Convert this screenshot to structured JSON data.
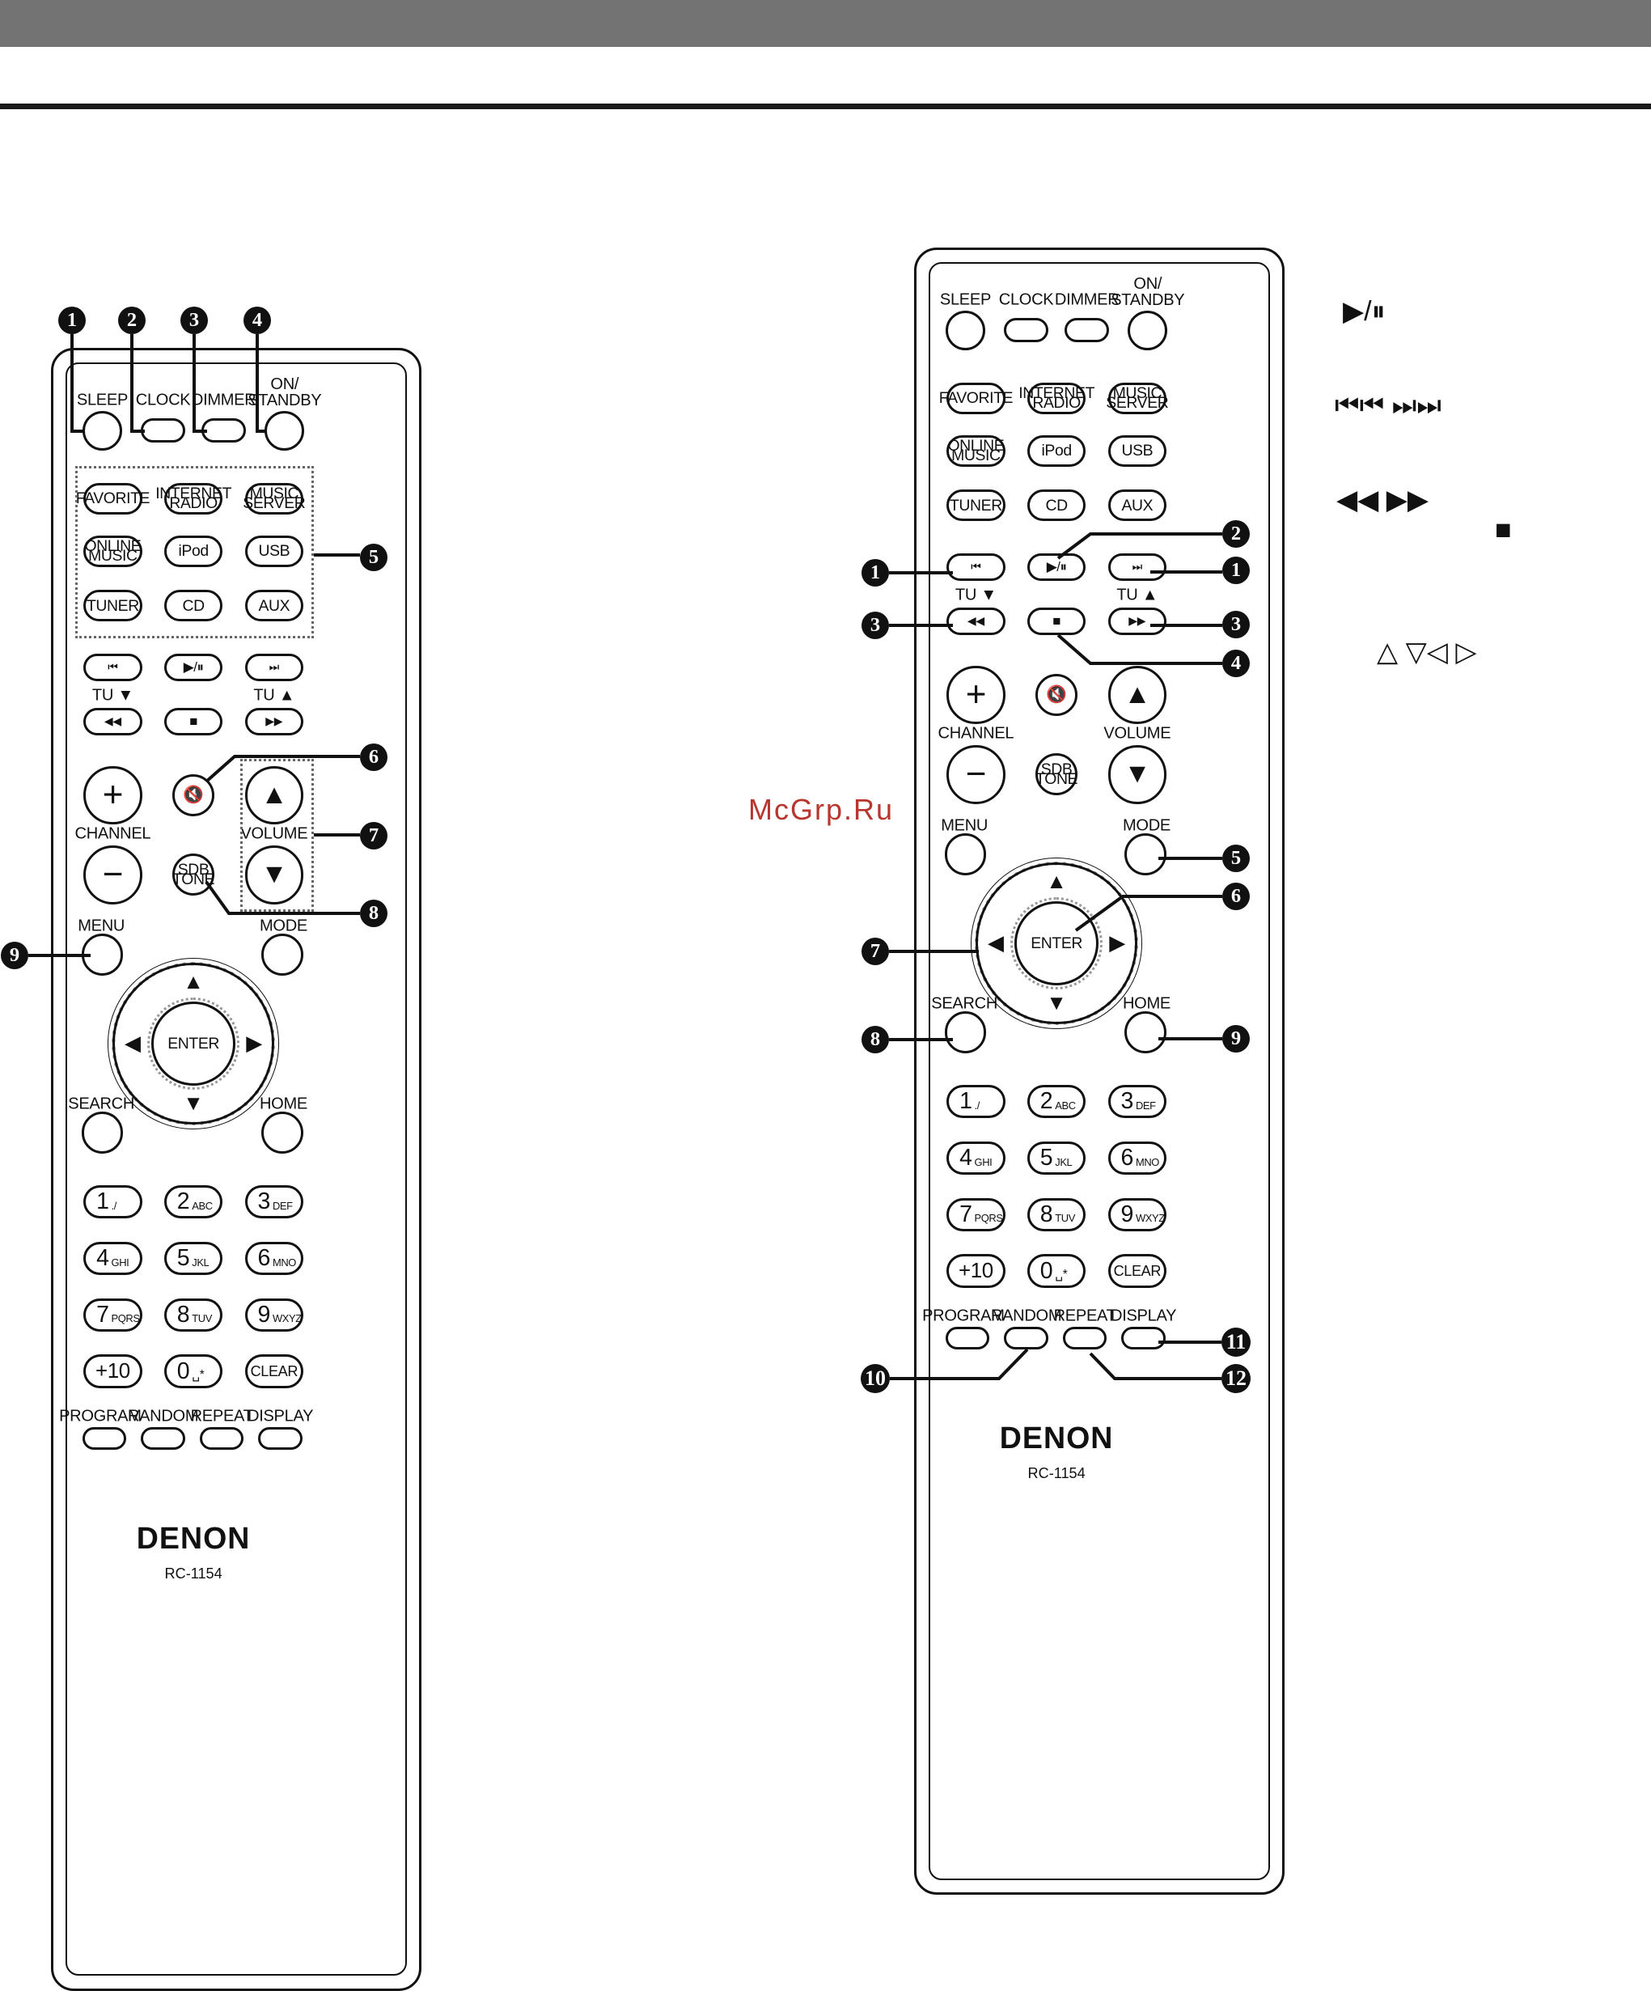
{
  "watermark": "McGrp.Ru",
  "remote": {
    "brand": "DENON",
    "model": "RC-1154",
    "labels": {
      "sleep": "SLEEP",
      "clock": "CLOCK",
      "dimmer": "DIMMER",
      "on_standby": "ON/\nSTANDBY",
      "channel": "CHANNEL",
      "volume": "VOLUME",
      "menu": "MENU",
      "mode": "MODE",
      "search": "SEARCH",
      "home": "HOME",
      "program": "PROGRAM",
      "random": "RANDOM",
      "repeat": "REPEAT",
      "display": "DISPLAY",
      "tu_down": "TU ▼",
      "tu_up": "TU ▲"
    },
    "buttons": {
      "favorite": "FAVORITE",
      "internet_radio": "INTERNET\nRADIO",
      "music_server": "MUSIC\nSERVER",
      "online_music": "ONLINE\nMUSIC",
      "ipod": "iPod",
      "usb": "USB",
      "tuner": "TUNER",
      "cd": "CD",
      "aux": "AUX",
      "prev": "⏮",
      "play_pause": "▶/⏸",
      "next": "⏭",
      "rewind": "◀◀",
      "stop": "■",
      "ffwd": "▶▶",
      "plus": "+",
      "minus": "−",
      "mute": "🔇",
      "sdb_tone": "SDB\nTONE",
      "vol_up": "▲",
      "vol_down": "▼",
      "up": "▲",
      "down": "▼",
      "left": "◀",
      "right": "▶",
      "enter": "ENTER",
      "clear": "CLEAR",
      "plus10": "+10"
    },
    "numkeys": [
      {
        "n": "1",
        "s": "./"
      },
      {
        "n": "2",
        "s": "ABC"
      },
      {
        "n": "3",
        "s": "DEF"
      },
      {
        "n": "4",
        "s": "GHI"
      },
      {
        "n": "5",
        "s": "JKL"
      },
      {
        "n": "6",
        "s": "MNO"
      },
      {
        "n": "7",
        "s": "PQRS"
      },
      {
        "n": "8",
        "s": "TUV"
      },
      {
        "n": "9",
        "s": "WXYZ"
      },
      {
        "n": "0",
        "s": "␣*"
      }
    ]
  },
  "callouts_left": [
    "1",
    "2",
    "3",
    "4",
    "5",
    "6",
    "7",
    "8",
    "9"
  ],
  "callouts_right": [
    "1",
    "1",
    "2",
    "3",
    "3",
    "4",
    "5",
    "6",
    "7",
    "8",
    "9",
    "10",
    "11",
    "12"
  ],
  "legend": [
    "▶/⏸",
    "⏮⏮ ⏭⏭",
    "◀◀ ▶▶",
    "■",
    "△ ▽◁ ▷"
  ],
  "colors": {
    "topbar": "#737373",
    "ink": "#111111",
    "watermark": "#b8362d"
  }
}
